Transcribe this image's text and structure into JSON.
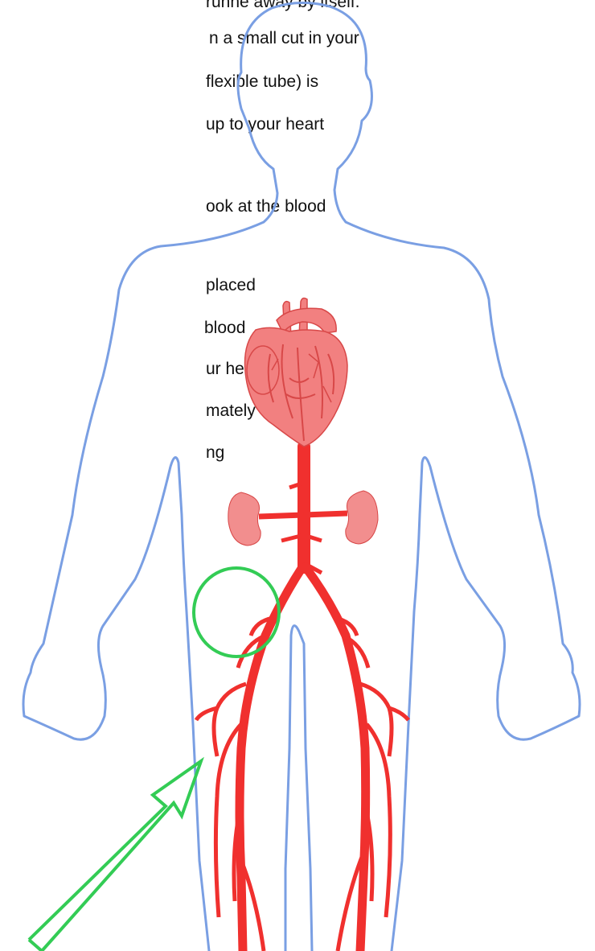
{
  "text_lines": [
    "runne away by itself.",
    "n a small cut in your",
    " flexible tube) is",
    "up to your heart",
    "ook at the blood",
    "placed",
    " blood",
    "ur heart",
    "mately",
    "ng"
  ],
  "colors": {
    "body_outline": "#7a9fe3",
    "artery_red": "#f0302e",
    "heart_fill": "#f28080",
    "heart_shade": "#d84848",
    "kidney_fill": "#f28e8e",
    "highlight_green": "#33cc55"
  },
  "icons": {
    "heart": "heart-icon",
    "arrow": "arrow-icon"
  }
}
